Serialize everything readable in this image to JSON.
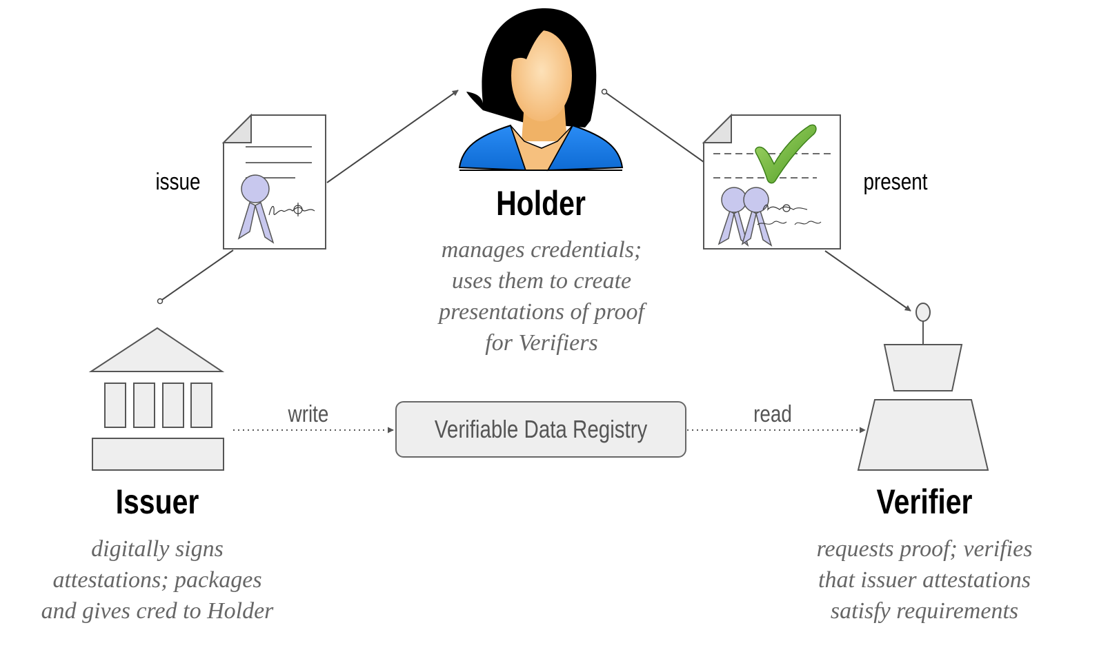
{
  "holder": {
    "title": "Holder",
    "description": [
      "manages credentials;",
      "uses them to create",
      "presentations of proof",
      "for Verifiers"
    ]
  },
  "issuer": {
    "title": "Issuer",
    "description": [
      "digitally signs",
      "attestations; packages",
      "and gives cred to Holder"
    ]
  },
  "verifier": {
    "title": "Verifier",
    "description": [
      "requests proof; verifies",
      "that issuer attestations",
      "satisfy requirements"
    ]
  },
  "registry": {
    "label": "Verifiable Data Registry"
  },
  "flows": {
    "issue": "issue",
    "present": "present",
    "write": "write",
    "read": "read"
  },
  "colors": {
    "holder_jacket": "#1a7fe8",
    "skin": "#f7c68a",
    "hair": "#000000",
    "checkmark": "#6fb33a",
    "seal_figure": "#c8c8ee",
    "building_fill": "#eeeeee",
    "stroke": "#555555"
  },
  "icons": [
    "person-holder-icon",
    "credential-document-icon",
    "verified-presentation-icon",
    "bank-building-icon",
    "podium-icon"
  ]
}
